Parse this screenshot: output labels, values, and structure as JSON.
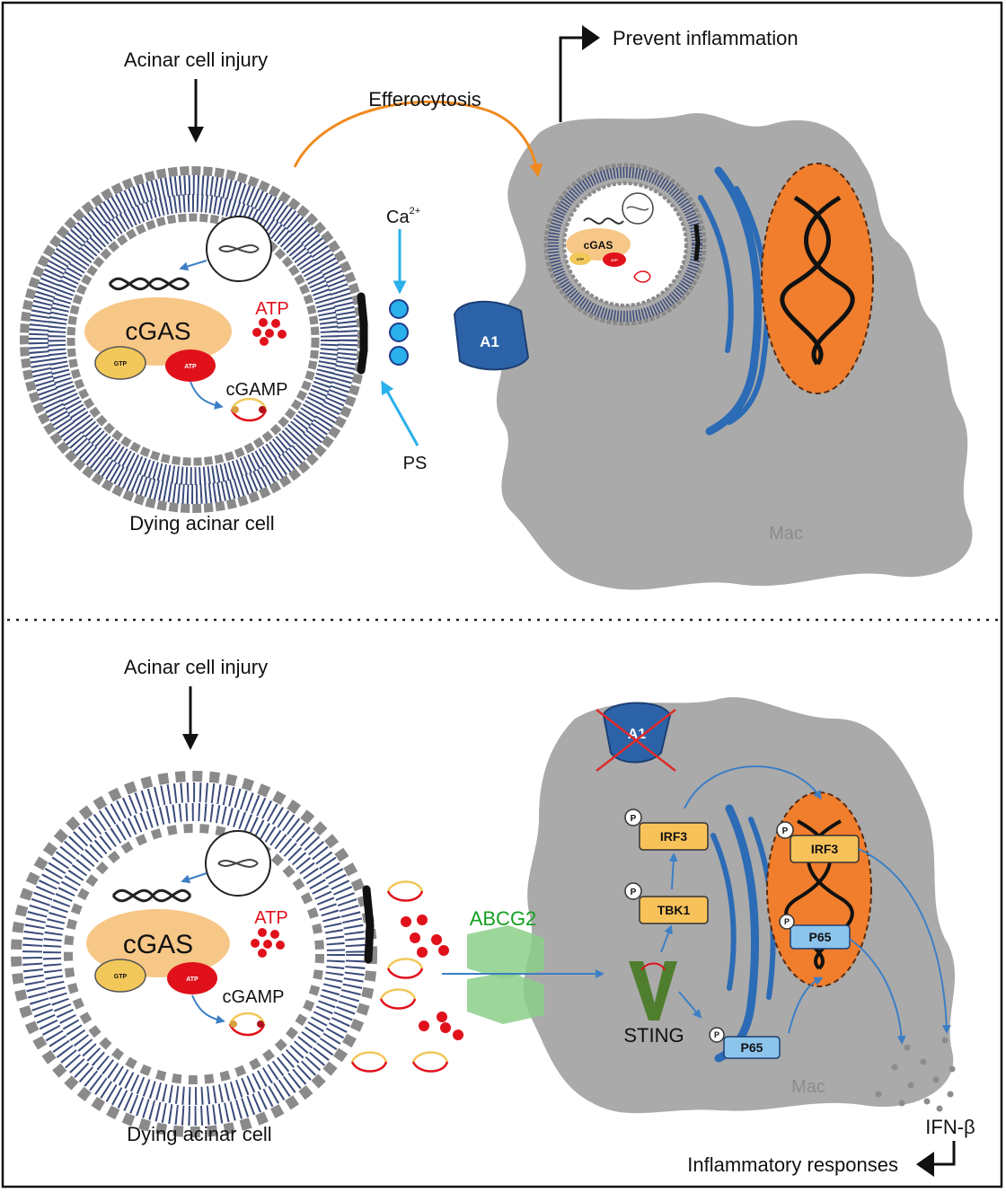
{
  "colors": {
    "mac": "#aaaaaa",
    "membrane_bead": "#8a8a8a",
    "lipid_tail": "#3a4a7a",
    "cgas": "#f7c788",
    "gtp": "#f2c85a",
    "atp": "#e0111b",
    "nucleus": "#f07e2c",
    "er": "#2c6bb5",
    "efferocytosis_arrow": "#f08a1e",
    "ca": "#2ab0ea",
    "abcg2": "#8ccf8a",
    "sting": "#4f7f2e",
    "kinase": "#f8c25a",
    "p65": "#8cc4ec",
    "abcg2_text": "#13a020",
    "atp_text": "#e0111b",
    "mac_text": "#8c8c8c"
  },
  "top": {
    "injury_label": "Acinar cell injury",
    "cell_label": "Dying acinar cell",
    "cgas_label": "cGAS",
    "gtp_label": "GTP",
    "atp_inner_label": "ATP",
    "atp_label": "ATP",
    "cgamp_label": "cGAMP",
    "efferocytosis_label": "Efferocytosis",
    "prevent_label": "Prevent inflammation",
    "ca_label": "Ca",
    "ca_sup": "2+",
    "ps_label": "PS",
    "a1_label": "A1",
    "mac_label": "Mac",
    "engulfed_cgas_label": "cGAS",
    "engulfed_gtp_label": "GTP",
    "engulfed_atp_label": "ATP"
  },
  "bottom": {
    "injury_label": "Acinar cell injury",
    "cell_label": "Dying acinar cell",
    "cgas_label": "cGAS",
    "gtp_label": "GTP",
    "atp_inner_label": "ATP",
    "atp_label": "ATP",
    "cgamp_label": "cGAMP",
    "abcg2_label": "ABCG2",
    "a1_label": "A1",
    "sting_label": "STING",
    "irf3_label": "IRF3",
    "tbk1_label": "TBK1",
    "p65_label": "P65",
    "nuclear_irf3_label": "IRF3",
    "nuclear_p65_label": "P65",
    "phospho_label": "P",
    "mac_label": "Mac",
    "ifn_label": "IFN-β",
    "inflammatory_label": "Inflammatory responses"
  }
}
